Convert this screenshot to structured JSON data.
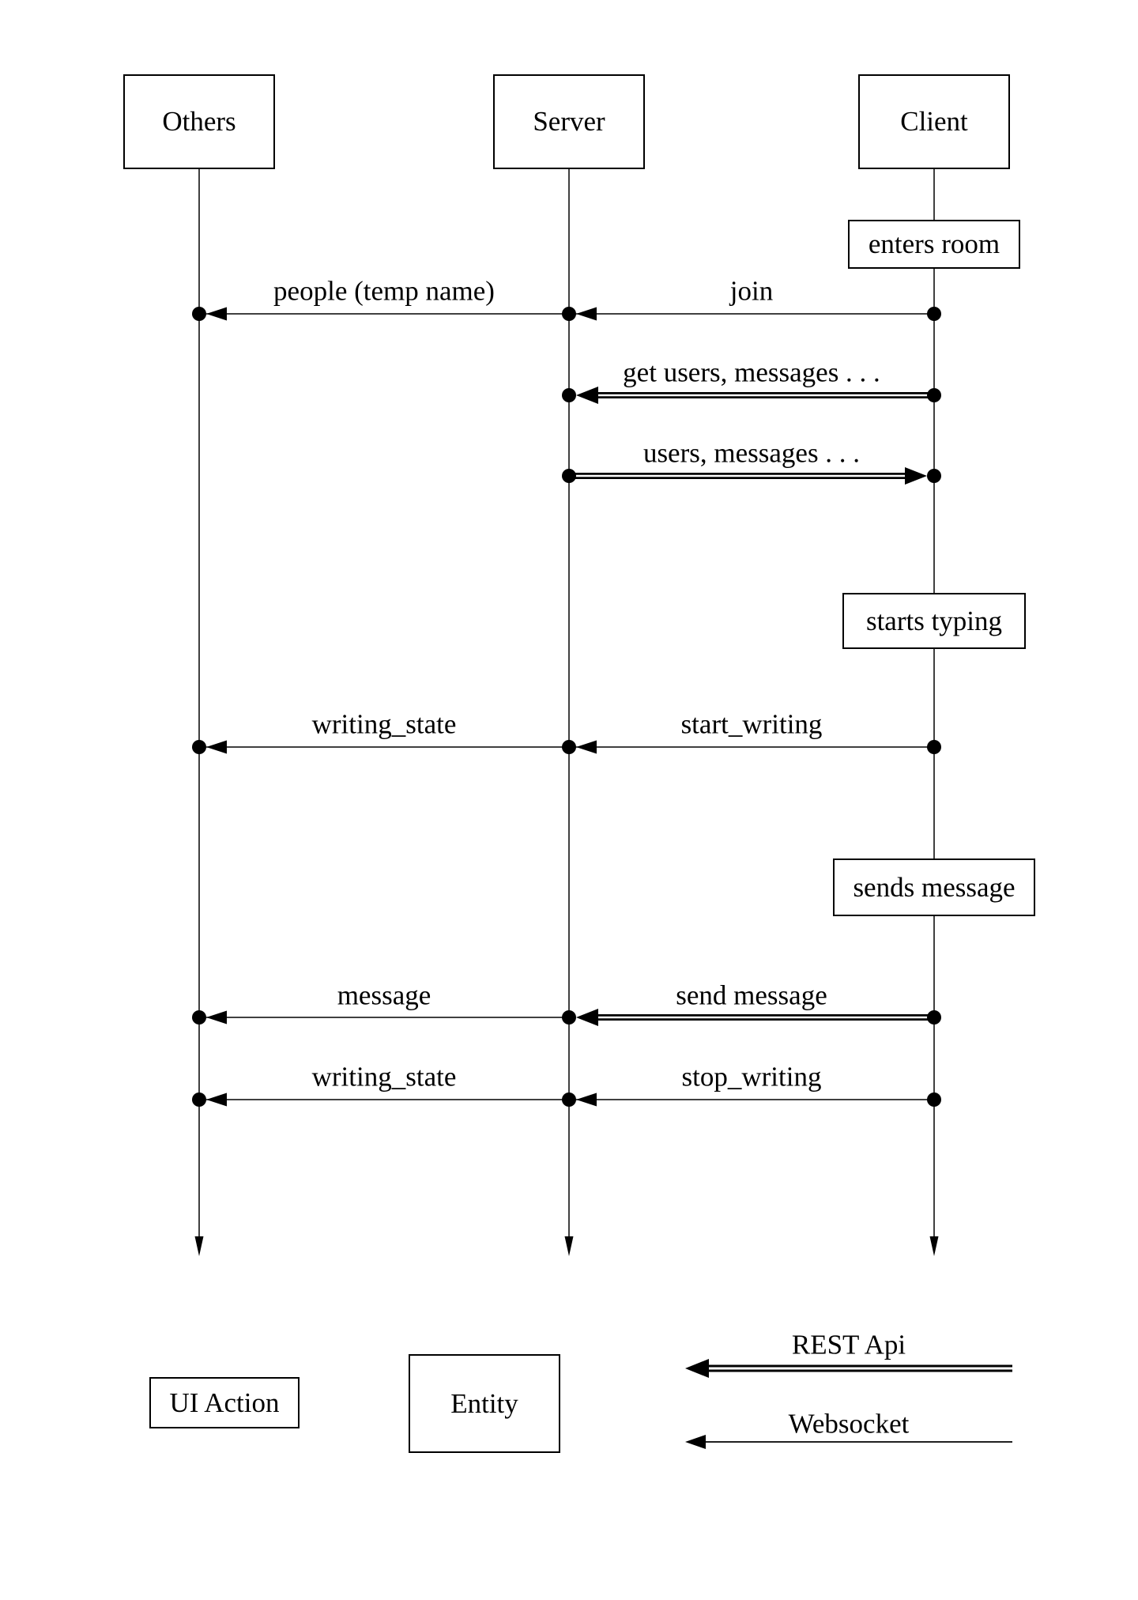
{
  "participants": {
    "others": "Others",
    "server": "Server",
    "client": "Client"
  },
  "ui_actions": {
    "enters_room": "enters room",
    "starts_typing": "starts typing",
    "sends_message": "sends message"
  },
  "messages": {
    "people_temp_name": "people (temp name)",
    "join": "join",
    "get_users_messages": "get users, messages . . .",
    "users_messages": "users, messages . . .",
    "writing_state": "writing_state",
    "start_writing": "start_writing",
    "message": "message",
    "send_message": "send message",
    "stop_writing": "stop_writing"
  },
  "legend": {
    "ui_action": "UI Action",
    "entity": "Entity",
    "rest_api": "REST Api",
    "websocket": "Websocket"
  },
  "colors": {
    "ink": "#000000",
    "paper": "#ffffff"
  }
}
